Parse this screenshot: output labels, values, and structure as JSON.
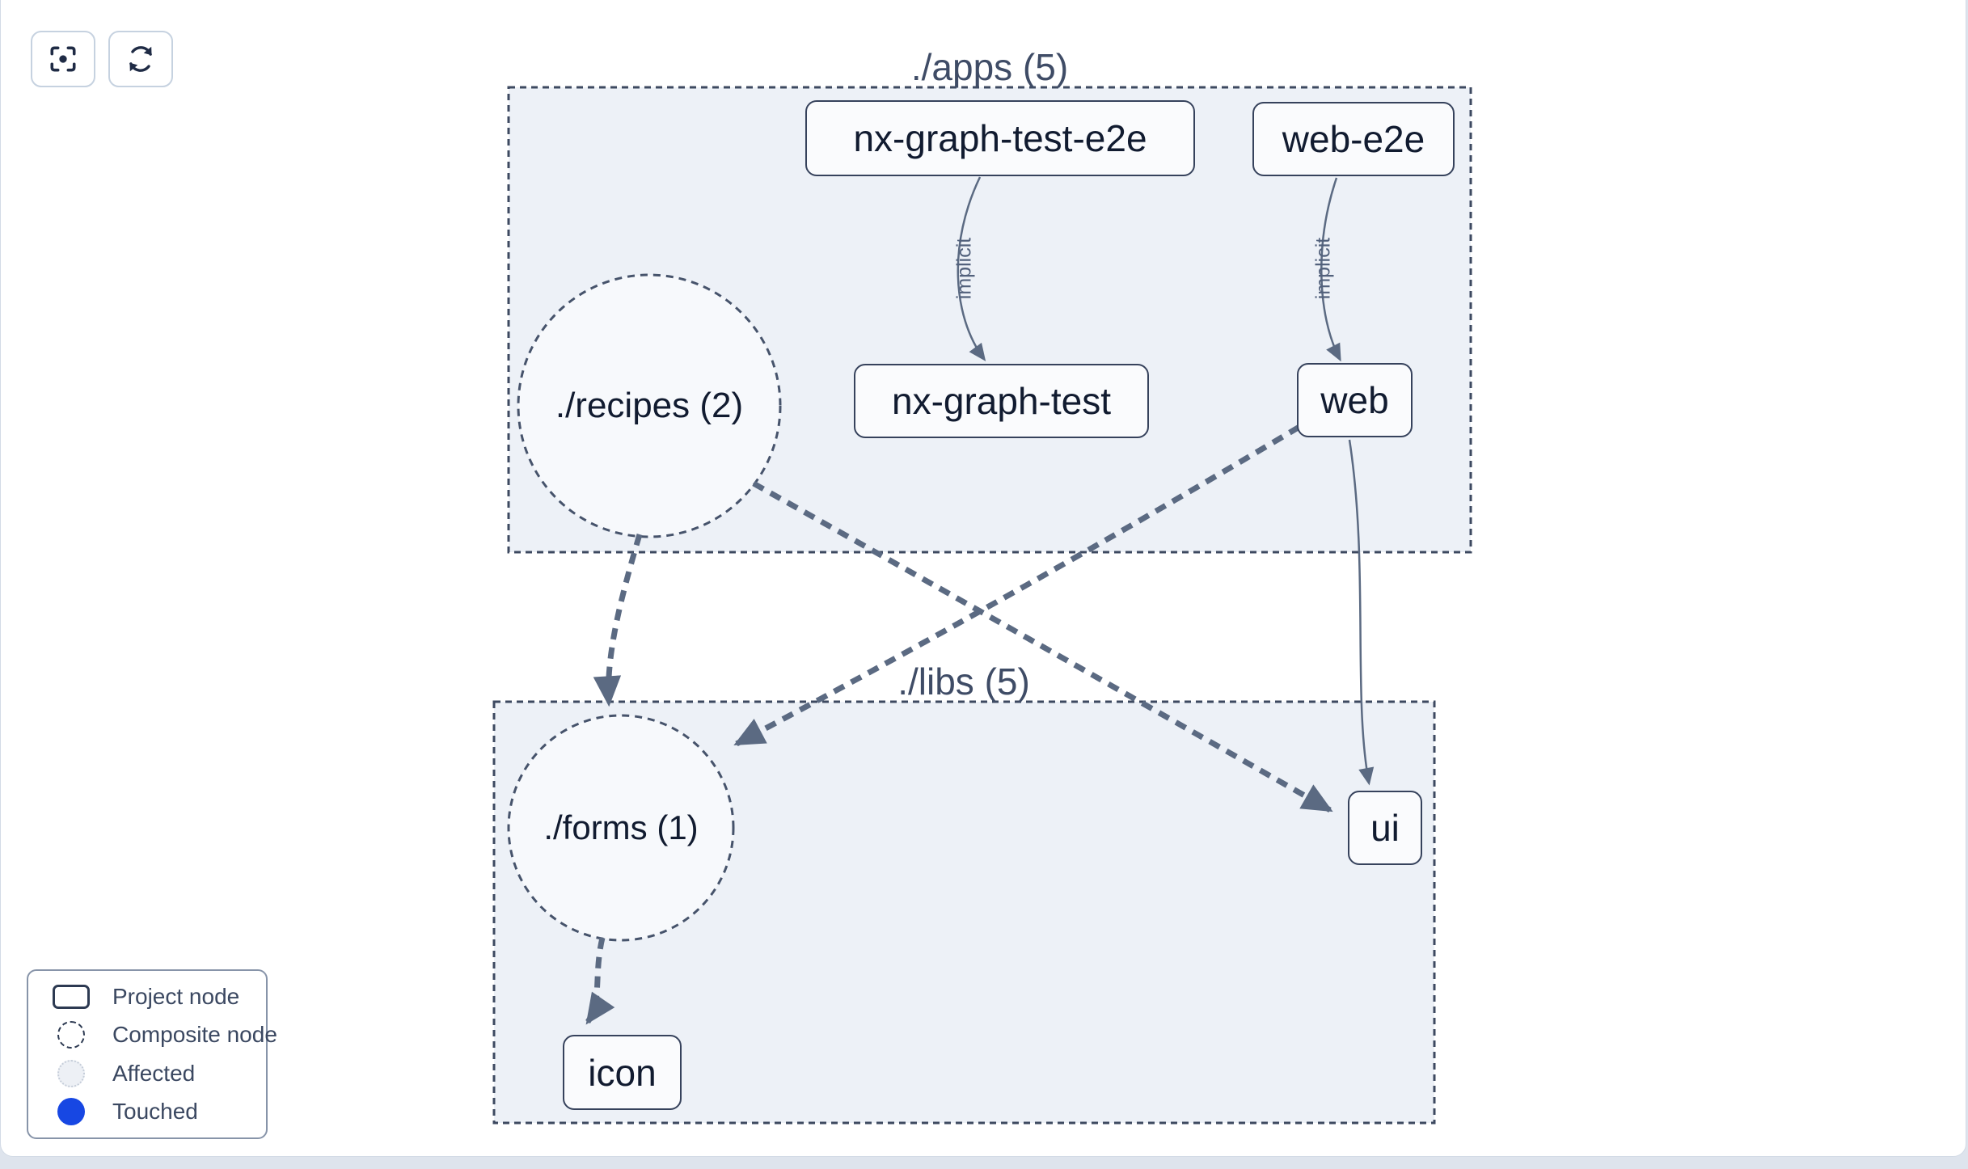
{
  "toolbar": {
    "buttons": [
      {
        "name": "focus",
        "icon": "focus-crosshair-icon"
      },
      {
        "name": "refresh",
        "icon": "refresh-arrows-icon"
      }
    ]
  },
  "graph": {
    "groups": [
      {
        "id": "apps",
        "label": "./apps (5)"
      },
      {
        "id": "libs",
        "label": "./libs (5)"
      }
    ],
    "project_nodes": [
      {
        "id": "nx-graph-test-e2e",
        "label": "nx-graph-test-e2e",
        "group": "apps"
      },
      {
        "id": "web-e2e",
        "label": "web-e2e",
        "group": "apps"
      },
      {
        "id": "nx-graph-test",
        "label": "nx-graph-test",
        "group": "apps"
      },
      {
        "id": "web",
        "label": "web",
        "group": "apps"
      },
      {
        "id": "ui",
        "label": "ui",
        "group": "libs"
      },
      {
        "id": "icon",
        "label": "icon",
        "group": "libs"
      }
    ],
    "composite_nodes": [
      {
        "id": "recipes",
        "label": "./recipes (2)",
        "group": "apps"
      },
      {
        "id": "forms",
        "label": "./forms (1)",
        "group": "libs"
      }
    ],
    "edges": [
      {
        "from": "nx-graph-test-e2e",
        "to": "nx-graph-test",
        "label": "implicit",
        "style": "solid-thin"
      },
      {
        "from": "web-e2e",
        "to": "web",
        "label": "implicit",
        "style": "solid-thin"
      },
      {
        "from": "recipes",
        "to": "forms",
        "label": "",
        "style": "dashed-thick"
      },
      {
        "from": "recipes",
        "to": "ui",
        "label": "",
        "style": "dashed-thick"
      },
      {
        "from": "web",
        "to": "forms",
        "label": "",
        "style": "dashed-thick"
      },
      {
        "from": "web",
        "to": "ui",
        "label": "",
        "style": "solid-thin"
      },
      {
        "from": "forms",
        "to": "icon",
        "label": "",
        "style": "dashed-thick"
      }
    ]
  },
  "legend": {
    "items": [
      {
        "label": "Project node",
        "icon": "project-node-rect-icon"
      },
      {
        "label": "Composite node",
        "icon": "composite-node-dashed-circle-icon"
      },
      {
        "label": "Affected",
        "icon": "affected-circle-icon"
      },
      {
        "label": "Touched",
        "icon": "touched-circle-icon"
      }
    ]
  },
  "colors": {
    "touched_blue": "#1747e3",
    "edge": "#5b6a82",
    "group_fill": "#edf1f7",
    "group_border": "#3d4960",
    "node_fill": "#fafbfd",
    "node_border": "#36425c",
    "node_text": "#111b30",
    "group_label_text": "#3f4c66",
    "edge_label_text": "#52617c",
    "canvas_bg": "#ffffff",
    "page_strip": "#dee4ed"
  }
}
